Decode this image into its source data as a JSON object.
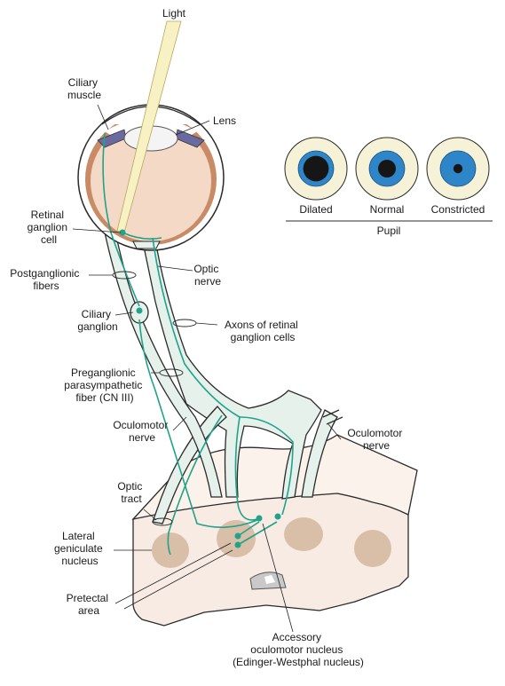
{
  "colors": {
    "nerve_fill": "#e6f1ec",
    "fiber": "#1fa38a",
    "brain_fill": "#f7ebe4",
    "nucleus_fill": "#d9bfa7",
    "eye_interior": "#f3d9c6",
    "choroid": "#c98a66",
    "light_beam": "#f8f1c4",
    "iris_blue": "#2e86c8",
    "iris_light": "#f6f2d8",
    "pupil_black": "#161616"
  },
  "labels": {
    "light": "Light",
    "ciliary_muscle": [
      "Ciliary",
      "muscle"
    ],
    "lens": "Lens",
    "retinal_ganglion_cell": [
      "Retinal",
      "ganglion",
      "cell"
    ],
    "postganglionic_fibers": [
      "Postganglionic",
      "fibers"
    ],
    "optic_nerve": [
      "Optic",
      "nerve"
    ],
    "ciliary_ganglion": [
      "Ciliary",
      "ganglion"
    ],
    "axons_retinal_ganglion": [
      "Axons of retinal",
      "ganglion cells"
    ],
    "preganglionic_fiber": [
      "Preganglionic",
      "parasympathetic",
      "fiber (CN III)"
    ],
    "oculomotor_nerve_left": [
      "Oculomotor",
      "nerve"
    ],
    "oculomotor_nerve_right": [
      "Oculomotor",
      "nerve"
    ],
    "optic_tract": [
      "Optic",
      "tract"
    ],
    "lateral_geniculate": [
      "Lateral",
      "geniculate",
      "nucleus"
    ],
    "pretectal_area": [
      "Pretectal",
      "area"
    ],
    "accessory_oculomotor": [
      "Accessory",
      "oculomotor nucleus",
      "(Edinger-Westphal nucleus)"
    ]
  },
  "pupil_panel": {
    "title": "Pupil",
    "states": [
      {
        "name": "Dilated",
        "pupil_fraction": 0.72
      },
      {
        "name": "Normal",
        "pupil_fraction": 0.5
      },
      {
        "name": "Constricted",
        "pupil_fraction": 0.26
      }
    ]
  }
}
